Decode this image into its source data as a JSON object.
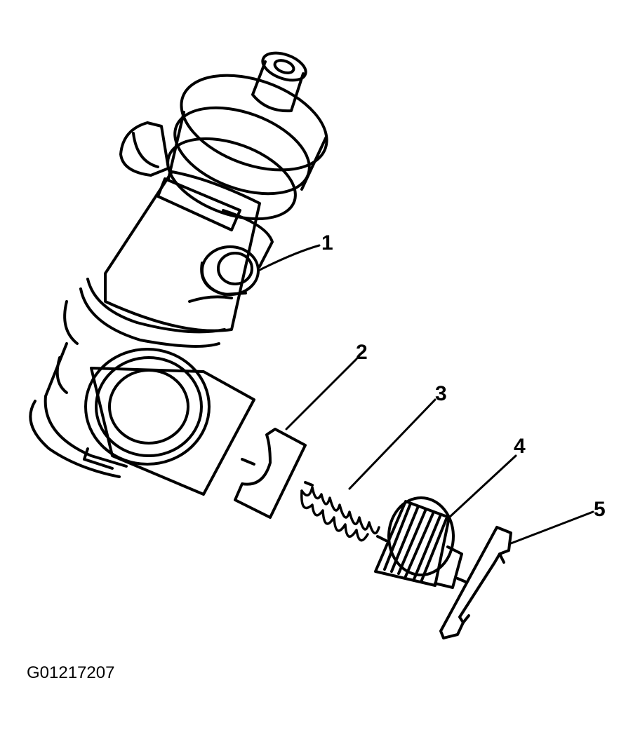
{
  "figure": {
    "id": "G01217207",
    "callouts": [
      "1",
      "2",
      "3",
      "4",
      "5"
    ]
  },
  "colors": {
    "ink": "#000000",
    "paper": "#ffffff"
  }
}
